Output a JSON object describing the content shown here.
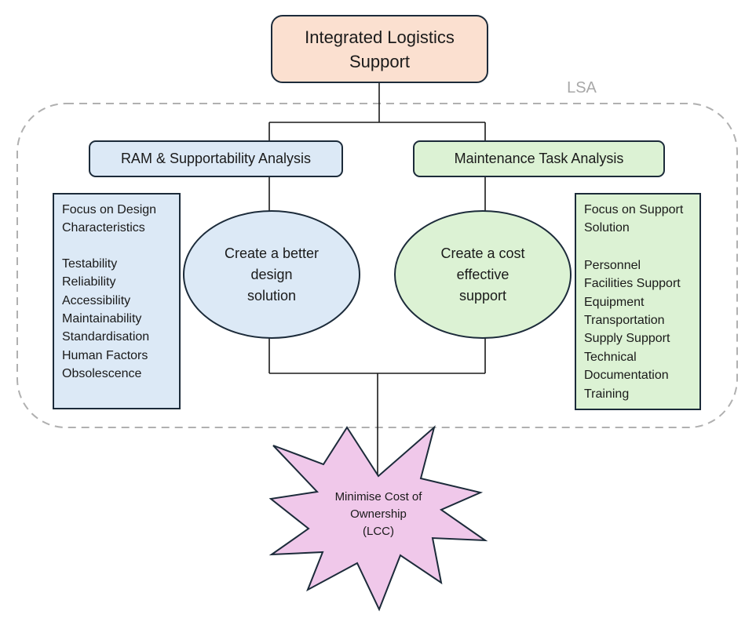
{
  "colors": {
    "top_fill": "#fbe0d0",
    "blue_fill": "#dce9f6",
    "green_fill": "#dcf2d4",
    "star_fill": "#f0c8ea",
    "stroke": "#1c2b3a",
    "lsa_border": "#b0b0b0",
    "lsa_label": "#a8a8a8"
  },
  "top_node": {
    "line1": "Integrated Logistics",
    "line2": "Support"
  },
  "lsa_label": "LSA",
  "left_branch": {
    "title": "RAM & Supportability Analysis",
    "goal_lines": [
      "Create a better",
      "design",
      "solution"
    ],
    "panel": {
      "heading": "Focus on Design\nCharacteristics",
      "items": [
        "Testability",
        "Reliability",
        "Accessibility",
        "Maintainability",
        "Standardisation",
        "Human Factors",
        "Obsolescence"
      ]
    }
  },
  "right_branch": {
    "title": "Maintenance Task Analysis",
    "goal_lines": [
      "Create a cost",
      "effective",
      "support"
    ],
    "panel": {
      "heading": "Focus on Support\nSolution",
      "items": [
        "Personnel",
        "Facilities Support",
        "Equipment",
        "Transportation",
        "Supply Support",
        "Technical",
        "Documentation",
        "Training"
      ]
    }
  },
  "outcome": {
    "lines": [
      "Minimise Cost of",
      "Ownership",
      "(LCC)"
    ]
  }
}
